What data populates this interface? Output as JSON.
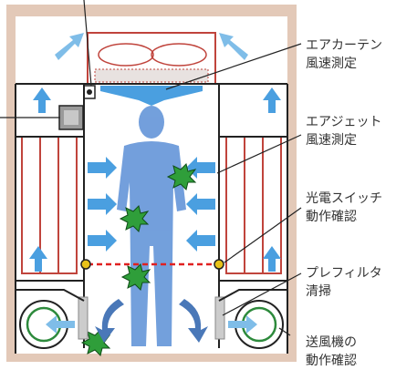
{
  "labels": [
    {
      "id": "air-curtain",
      "lines": [
        "エアカーテン",
        "風速測定"
      ]
    },
    {
      "id": "air-jet",
      "lines": [
        "エアジェット",
        "風速測定"
      ]
    },
    {
      "id": "photo-switch",
      "lines": [
        "光電スイッチ",
        "動作確認"
      ]
    },
    {
      "id": "prefilter",
      "lines": [
        "プレフィルタ",
        "清掃"
      ]
    },
    {
      "id": "blower",
      "lines": [
        "送風機の",
        "動作確認"
      ]
    }
  ],
  "colors": {
    "frame": "#e3c9b8",
    "outline": "#222222",
    "filter_red": "#c0443c",
    "arrow_blue": "#4a9fe0",
    "arrow_light": "#7fbde8",
    "person": "#5b8fd6",
    "germ": "#2f9e3a",
    "switch": "#e8c21a",
    "laser": "#e02020",
    "fan_green": "#2d8a3c"
  },
  "icons": [
    "fan-icon",
    "arrow-icon",
    "person-silhouette",
    "germ-icon",
    "photo-switch-icon",
    "blower-icon"
  ]
}
